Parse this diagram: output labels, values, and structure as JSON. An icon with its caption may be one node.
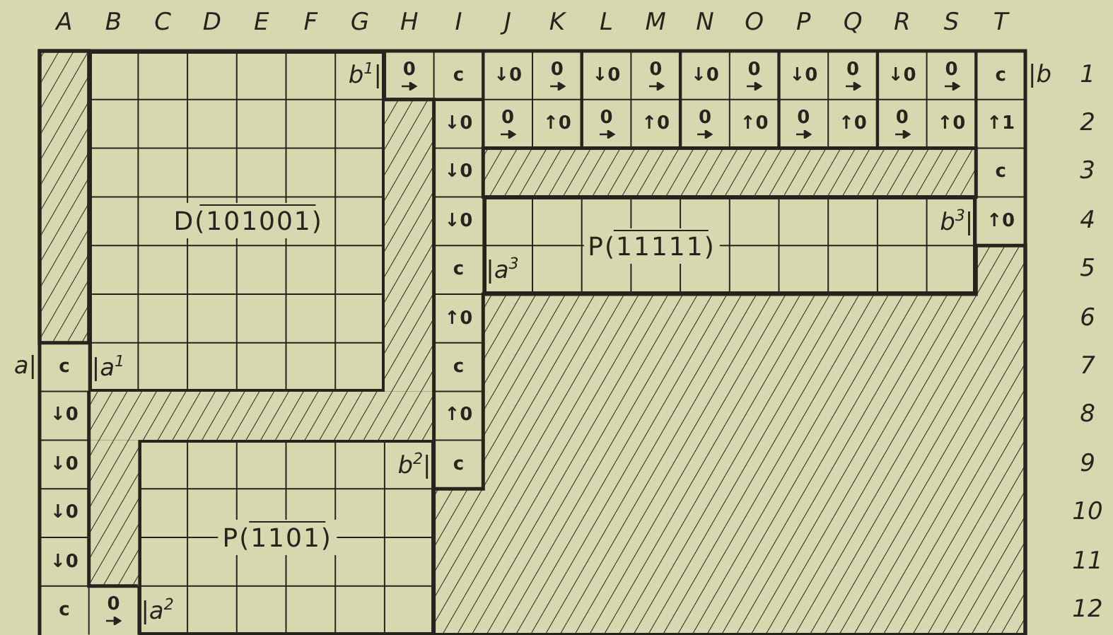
{
  "diagram": {
    "nodes": [
      {
        "text": [
          "D(101001)"
        ]
      },
      {
        "text": [
          "P(11111)"
        ]
      },
      {
        "text": [
          "P(1101)"
        ]
      }
    ],
    "labels": [
      "A",
      "B",
      "C",
      "D",
      "E",
      "F",
      "G",
      "H",
      "I",
      "J",
      "K",
      "L",
      "M",
      "N",
      "O",
      "P",
      "Q",
      "R",
      "S",
      "T",
      "b$^{1}$|",
      "0",
      "c",
      "↓0",
      "0",
      "↓0",
      "0",
      "↓0",
      "0",
      "↓0",
      "0",
      "↓0",
      "0",
      "c",
      "|b",
      "1",
      "↓0",
      "0",
      "↑0",
      "0",
      "↑0",
      "0",
      "↑0",
      "0",
      "↑0",
      "0",
      "↑0",
      "↑1",
      "2",
      "↓0",
      "c",
      "3",
      "↓0",
      "b$^{3}$|",
      "↑0",
      "4",
      "c",
      "|a$^{3}$",
      "5",
      "↑0",
      "6",
      "a|",
      "c",
      "|a$^{1}$",
      "c",
      "7",
      "↓0",
      "↑0",
      "8",
      "↓0",
      "b$^{2}$|",
      "c",
      "9",
      "↓0",
      "10",
      "↓0",
      "11",
      "c",
      "0",
      "|a$^{2}$",
      "12"
    ]
  }
}
